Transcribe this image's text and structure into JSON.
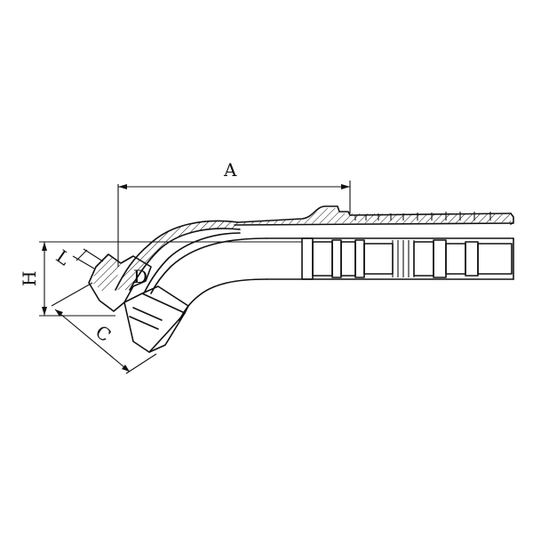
{
  "drawing": {
    "labels": {
      "a": "A",
      "h": "H",
      "l": "L",
      "d": "D",
      "c": "C"
    },
    "line_color": "#111111",
    "background": "#ffffff"
  }
}
